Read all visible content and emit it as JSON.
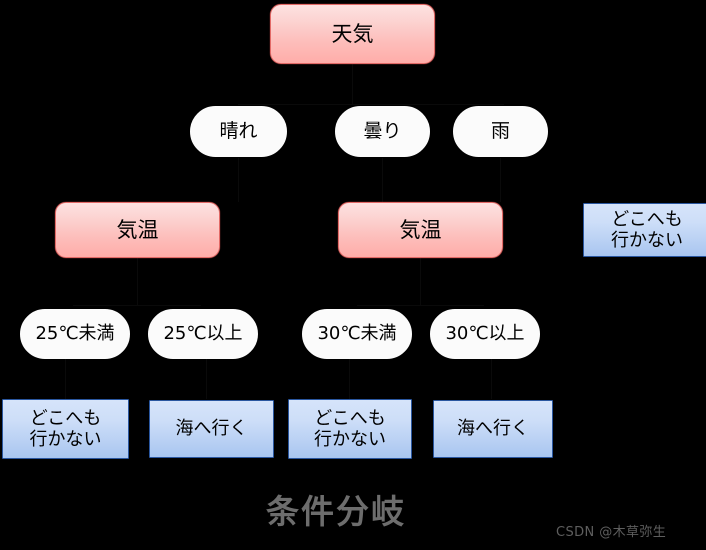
{
  "diagram": {
    "caption": "条件分岐",
    "watermark": "CSDN @木草弥生",
    "background_color": "#000000",
    "colors": {
      "decision_fill_top": "#fde2e1",
      "decision_fill_bottom": "#ffada9",
      "decision_border": "#e36a67",
      "condition_fill": "#fbfbfb",
      "result_fill_top": "#d6e4fa",
      "result_fill_bottom": "#a9c6f0",
      "result_border": "#2a57a0",
      "caption_color": "#6d6d6d",
      "watermark_color": "#5e5e5e",
      "text_color": "#000000"
    },
    "nodes": {
      "root": {
        "label": "天気",
        "type": "decision"
      },
      "branch_sunny": {
        "label": "晴れ",
        "type": "condition"
      },
      "branch_cloudy": {
        "label": "曇り",
        "type": "condition"
      },
      "branch_rain": {
        "label": "雨",
        "type": "condition"
      },
      "temp_left": {
        "label": "気温",
        "type": "decision"
      },
      "temp_right": {
        "label": "気温",
        "type": "decision"
      },
      "rain_result": {
        "label": "どこへも\n行かない",
        "type": "result"
      },
      "cond_under25": {
        "label": "25℃未満",
        "type": "condition"
      },
      "cond_over25": {
        "label": "25℃以上",
        "type": "condition"
      },
      "cond_under30": {
        "label": "30℃未満",
        "type": "condition"
      },
      "cond_over30": {
        "label": "30℃以上",
        "type": "condition"
      },
      "result_1": {
        "label": "どこへも\n行かない",
        "type": "result"
      },
      "result_2": {
        "label": "海へ行く",
        "type": "result"
      },
      "result_3": {
        "label": "どこへも\n行かない",
        "type": "result"
      },
      "result_4": {
        "label": "海へ行く",
        "type": "result"
      }
    }
  }
}
